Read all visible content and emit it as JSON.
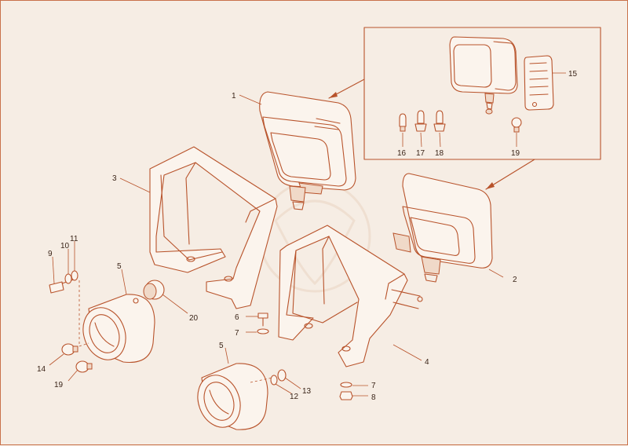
{
  "diagram": {
    "callouts": [
      {
        "id": "c1",
        "label": "1"
      },
      {
        "id": "c2",
        "label": "2"
      },
      {
        "id": "c3",
        "label": "3"
      },
      {
        "id": "c4",
        "label": "4"
      },
      {
        "id": "c5a",
        "label": "5"
      },
      {
        "id": "c5b",
        "label": "5"
      },
      {
        "id": "c6",
        "label": "6"
      },
      {
        "id": "c7a",
        "label": "7"
      },
      {
        "id": "c7b",
        "label": "7"
      },
      {
        "id": "c8",
        "label": "8"
      },
      {
        "id": "c9",
        "label": "9"
      },
      {
        "id": "c10",
        "label": "10"
      },
      {
        "id": "c11",
        "label": "11"
      },
      {
        "id": "c12",
        "label": "12"
      },
      {
        "id": "c13",
        "label": "13"
      },
      {
        "id": "c14",
        "label": "14"
      },
      {
        "id": "c15",
        "label": "15"
      },
      {
        "id": "c16",
        "label": "16"
      },
      {
        "id": "c17",
        "label": "17"
      },
      {
        "id": "c18",
        "label": "18"
      },
      {
        "id": "c19a",
        "label": "19"
      },
      {
        "id": "c19b",
        "label": "19"
      },
      {
        "id": "c20",
        "label": "20"
      }
    ],
    "colors": {
      "line": "#b8532b",
      "background": "#f6ede4",
      "text": "#3a2418"
    }
  }
}
